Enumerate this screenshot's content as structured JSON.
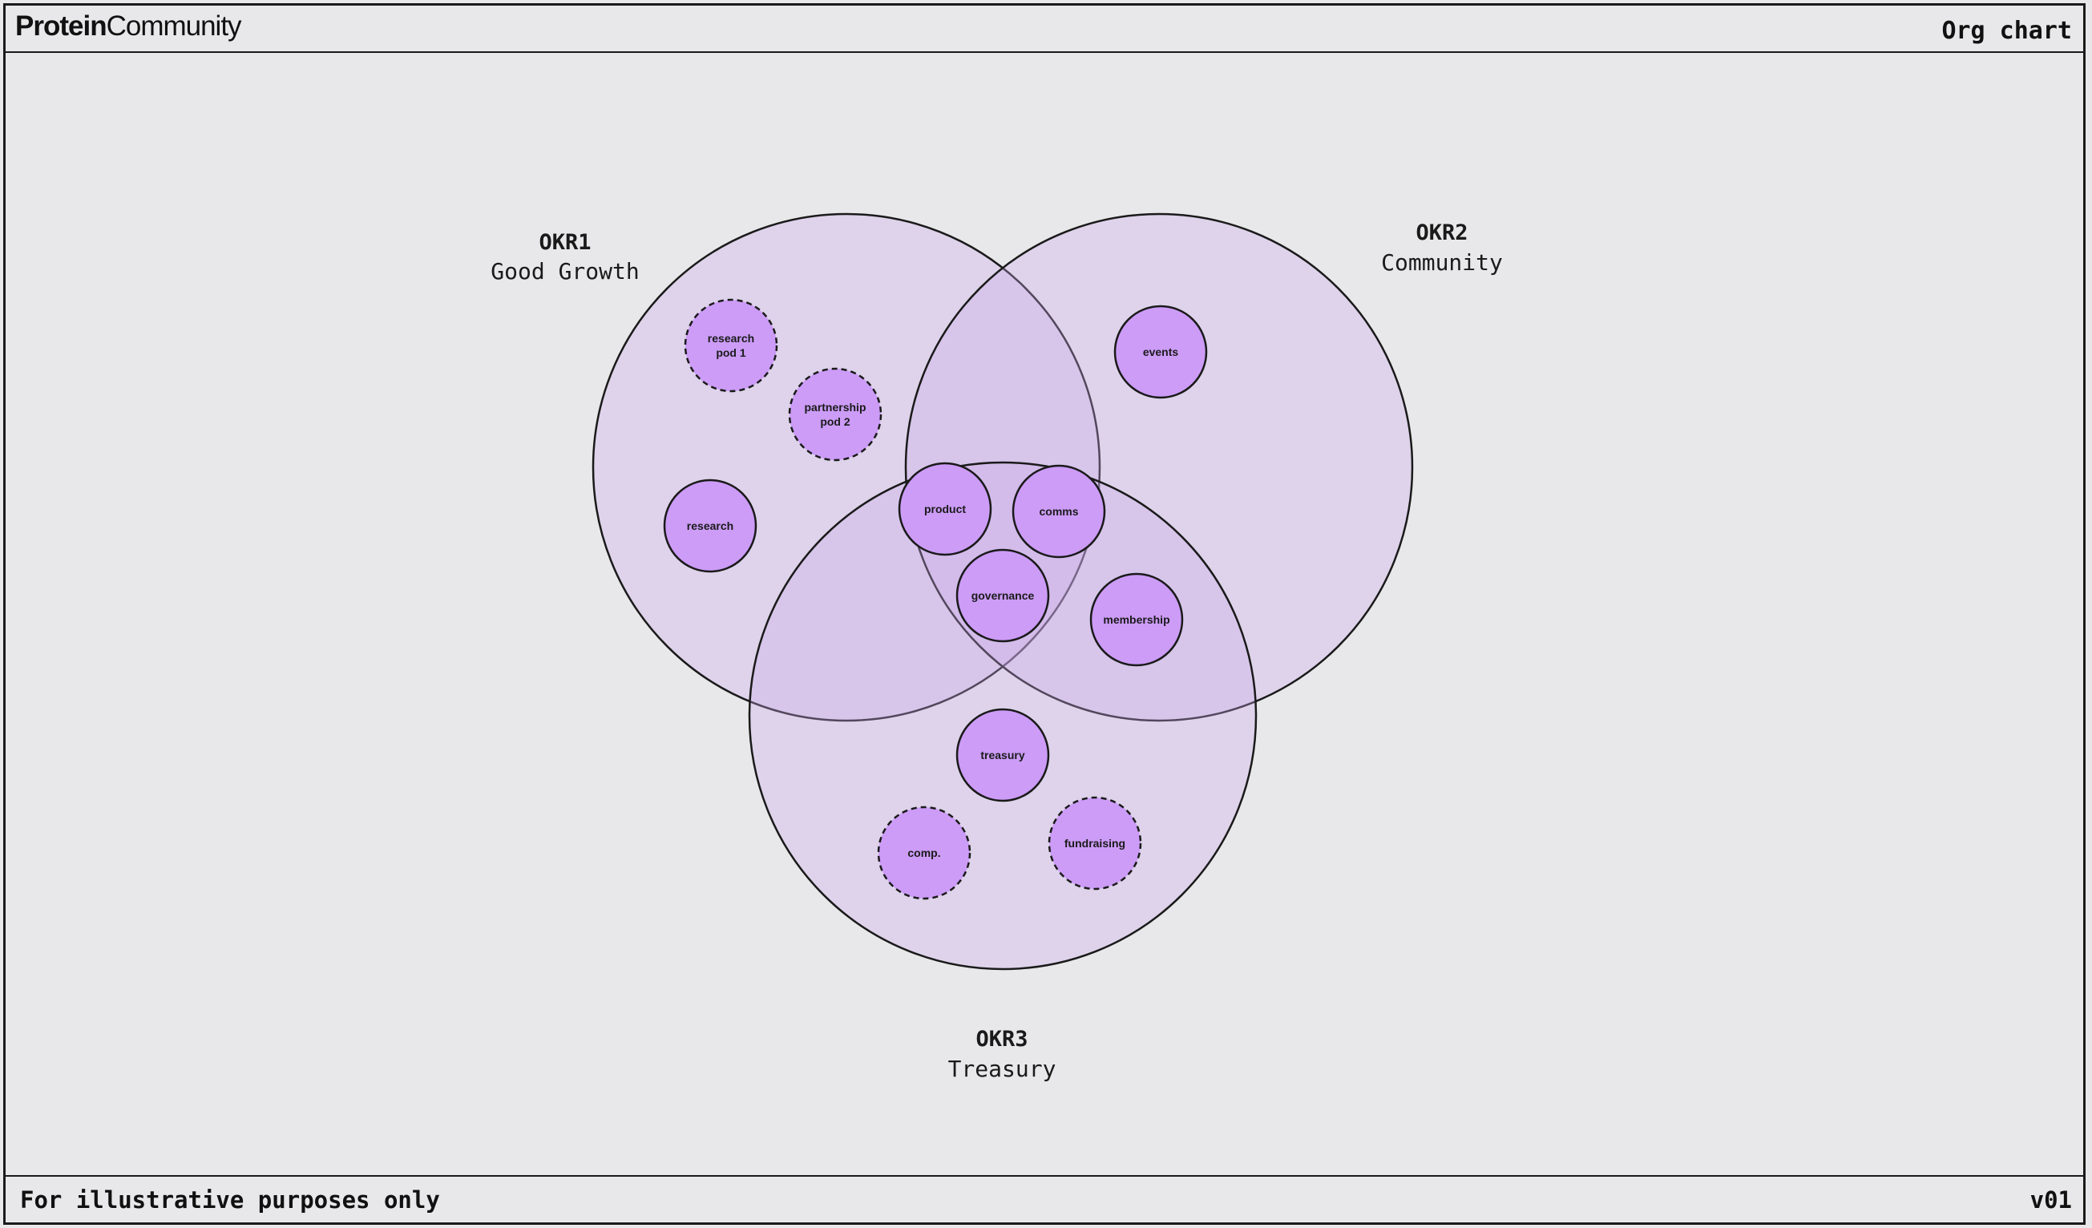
{
  "header": {
    "brand_bold": "Protein",
    "brand_light": "Community",
    "page_title": "Org chart"
  },
  "footer": {
    "disclaimer": "For illustrative purposes only",
    "version": "v01"
  },
  "okrs": [
    {
      "id": "okr1",
      "title": "OKR1",
      "subtitle": "Good Growth"
    },
    {
      "id": "okr2",
      "title": "OKR2",
      "subtitle": "Community"
    },
    {
      "id": "okr3",
      "title": "OKR3",
      "subtitle": "Treasury"
    }
  ],
  "groups": [
    {
      "id": "research-pod-1",
      "lines": [
        "research",
        "pod 1"
      ],
      "style": "dashed",
      "okrs": [
        "OKR1"
      ]
    },
    {
      "id": "partnership-pod-2",
      "lines": [
        "partnership",
        "pod 2"
      ],
      "style": "dashed",
      "okrs": [
        "OKR1"
      ]
    },
    {
      "id": "research",
      "lines": [
        "research"
      ],
      "style": "solid",
      "okrs": [
        "OKR1"
      ]
    },
    {
      "id": "events",
      "lines": [
        "events"
      ],
      "style": "solid",
      "okrs": [
        "OKR2"
      ]
    },
    {
      "id": "product",
      "lines": [
        "product"
      ],
      "style": "solid",
      "okrs": [
        "OKR1",
        "OKR2"
      ]
    },
    {
      "id": "comms",
      "lines": [
        "comms"
      ],
      "style": "solid",
      "okrs": [
        "OKR1",
        "OKR2"
      ]
    },
    {
      "id": "governance",
      "lines": [
        "governance"
      ],
      "style": "solid",
      "okrs": [
        "OKR1",
        "OKR2",
        "OKR3"
      ]
    },
    {
      "id": "membership",
      "lines": [
        "membership"
      ],
      "style": "solid",
      "okrs": [
        "OKR2",
        "OKR3"
      ]
    },
    {
      "id": "treasury",
      "lines": [
        "treasury"
      ],
      "style": "solid",
      "okrs": [
        "OKR3"
      ]
    },
    {
      "id": "comp",
      "lines": [
        "comp."
      ],
      "style": "dashed",
      "okrs": [
        "OKR3"
      ]
    },
    {
      "id": "fundraising",
      "lines": [
        "fundraising"
      ],
      "style": "dashed",
      "okrs": [
        "OKR3"
      ]
    }
  ],
  "colors": {
    "background": "#e8e8ea",
    "set_fill": "#c9a8e8",
    "node_fill": "#cc9cf7",
    "stroke": "#1a1a1a"
  }
}
